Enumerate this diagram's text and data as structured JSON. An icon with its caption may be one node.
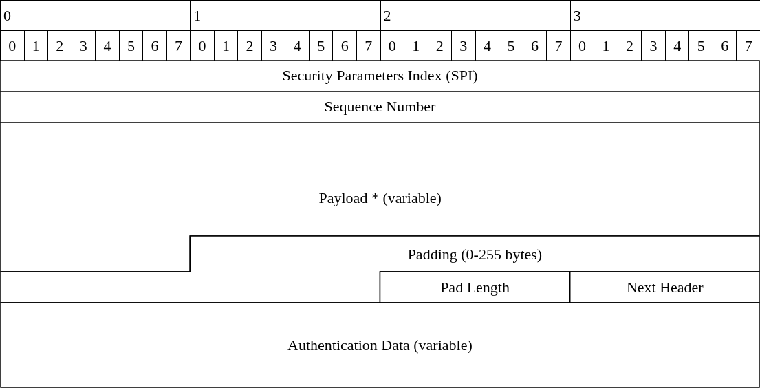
{
  "diagram": {
    "labels": [
      "0",
      "1",
      "2",
      "3",
      "0",
      "1",
      "2",
      "3",
      "4",
      "5",
      "6",
      "7",
      "0",
      "1",
      "2",
      "3",
      "4",
      "5",
      "6",
      "7",
      "0",
      "1",
      "2",
      "3",
      "4",
      "5",
      "6",
      "7",
      "0",
      "1",
      "2",
      "3",
      "4",
      "5",
      "6",
      "7",
      "Security Parameters Index (SPI)",
      "Sequence Number",
      "Payload * (variable)",
      "Padding (0-255 bytes)",
      "Pad Length",
      "Next Header",
      "Authentication Data (variable)"
    ]
  }
}
